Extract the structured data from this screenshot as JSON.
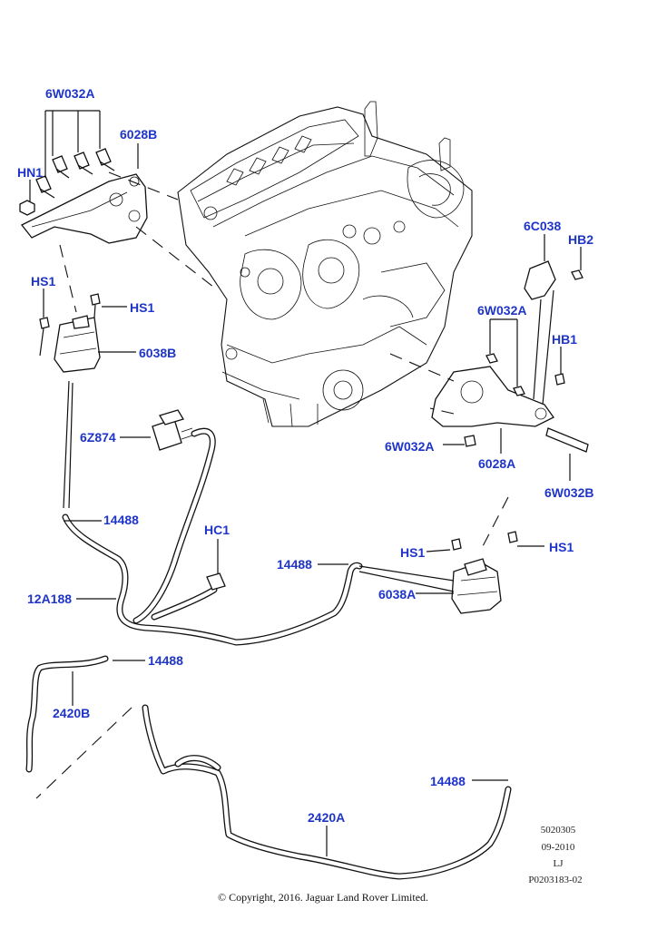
{
  "labels": {
    "bolt_6w032a_top": "6W032A",
    "bracket_6028b": "6028B",
    "nut_hn1": "HN1",
    "stud_hs1_left": "HS1",
    "stud_hs1_left_2": "HS1",
    "mount_6038b": "6038B",
    "valve_6z874": "6Z874",
    "hose_14488_a": "14488",
    "clip_hc1": "HC1",
    "hose_12a188": "12A188",
    "hose_14488_b": "14488",
    "stud_hs1_right_1": "HS1",
    "stud_hs1_right_2": "HS1",
    "mount_6038a": "6038A",
    "hose_14488_c": "14488",
    "harness_2420b": "2420B",
    "shield_6c038": "6C038",
    "bolt_hb2": "HB2",
    "bolt_6w032a_right": "6W032A",
    "bolt_hb1": "HB1",
    "bolt_6w032a_lower": "6W032A",
    "bracket_6028a": "6028A",
    "bolt_6w032b": "6W032B",
    "harness_2420a": "2420A",
    "hose_14488_d": "14488"
  },
  "meta": {
    "ref_number": "5020305",
    "date": "09-2010",
    "initials": "LJ",
    "part_code": "P0203183-02"
  },
  "copyright": "© Copyright, 2016. Jaguar Land Rover Limited."
}
